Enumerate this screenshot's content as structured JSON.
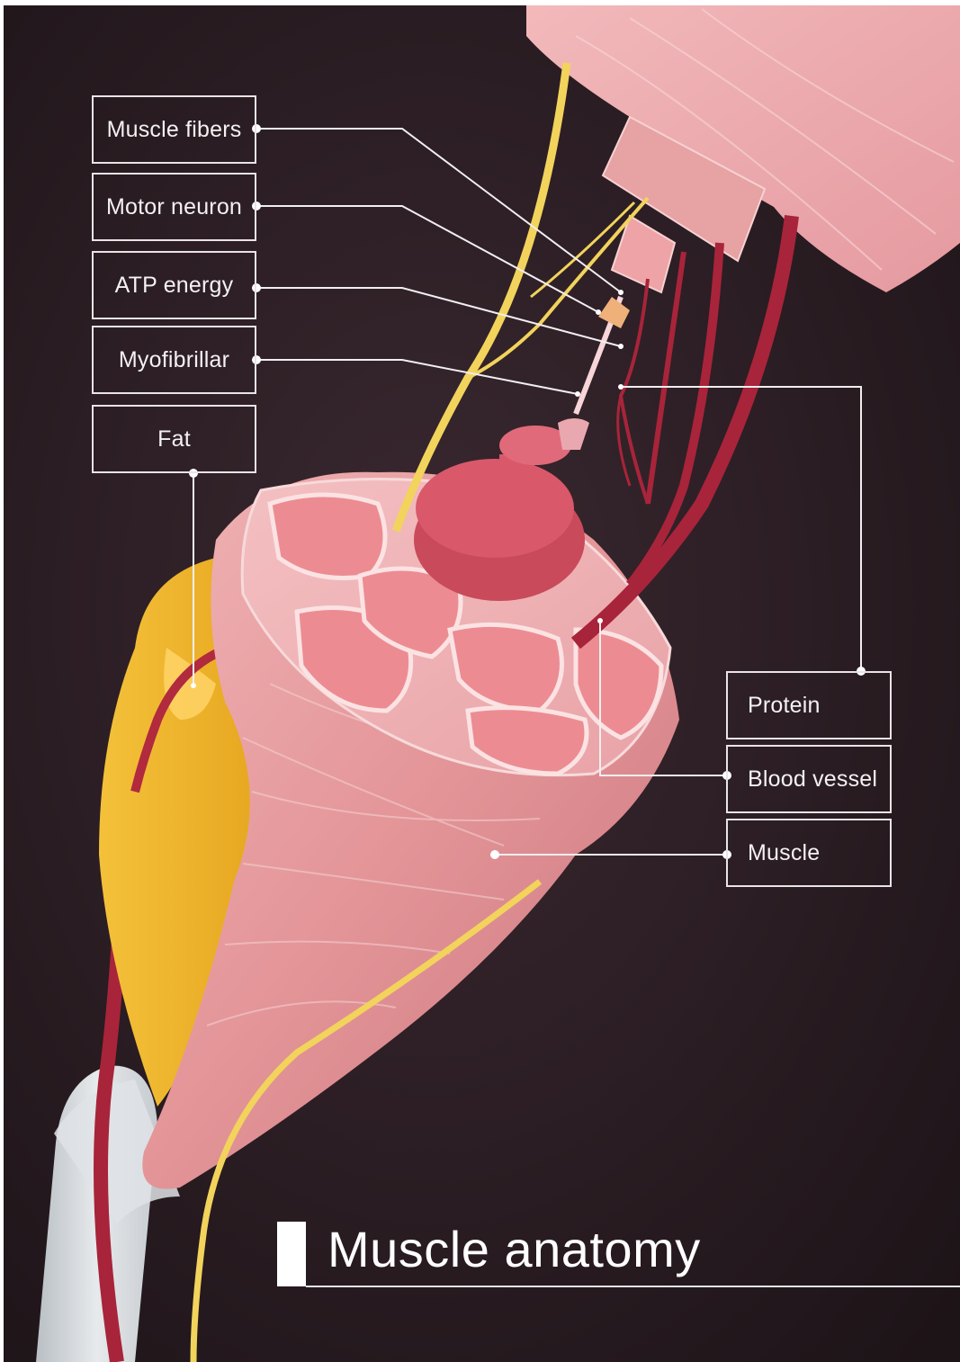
{
  "labels": {
    "muscle_fibers": "Muscle fibers",
    "motor_neuron": "Motor neuron",
    "atp_energy": "ATP energy",
    "myofibrillar": "Myofibrillar",
    "fat": "Fat",
    "protein": "Protein",
    "blood_vessel": "Blood vessel",
    "muscle": "Muscle"
  },
  "title": "Muscle anatomy",
  "colors": {
    "background": "#2a1c23",
    "muscle": "#e59aa0",
    "fat": "#f1b52c",
    "nerve": "#f2d35c",
    "vessel": "#a8243a",
    "bone": "#d9dde0",
    "leader_line": "#f2eef0"
  }
}
